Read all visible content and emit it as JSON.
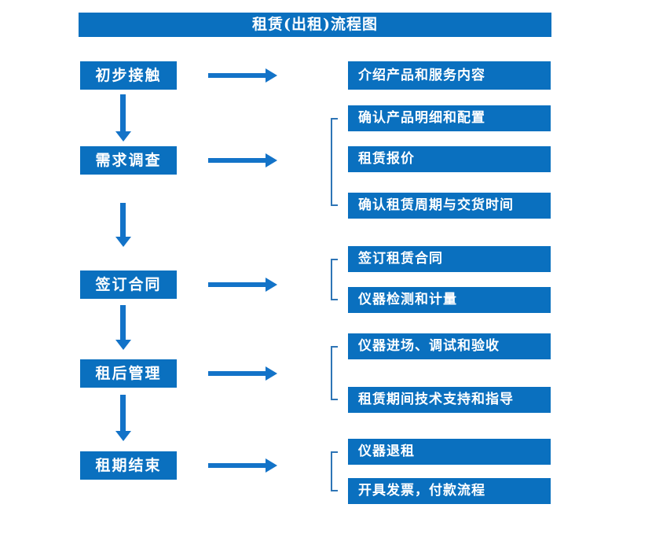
{
  "title": "租赁(出租)流程图",
  "colors": {
    "box": "#0a70bf",
    "arrow": "#1373c8",
    "bracket": "#2e75b6",
    "text": "#ffffff",
    "background": "#ffffff"
  },
  "steps": [
    {
      "label": "初步接触",
      "outputs": [
        "介绍产品和服务内容"
      ]
    },
    {
      "label": "需求调查",
      "outputs": [
        "确认产品明细和配置",
        "租赁报价",
        "确认租赁周期与交货时间"
      ]
    },
    {
      "label": "签订合同",
      "outputs": [
        "签订租赁合同",
        "仪器检测和计量"
      ]
    },
    {
      "label": "租后管理",
      "outputs": [
        "仪器进场、调试和验收",
        "租赁期间技术支持和指导"
      ]
    },
    {
      "label": "租期结束",
      "outputs": [
        "仪器退租",
        "开具发票，付款流程"
      ]
    }
  ]
}
